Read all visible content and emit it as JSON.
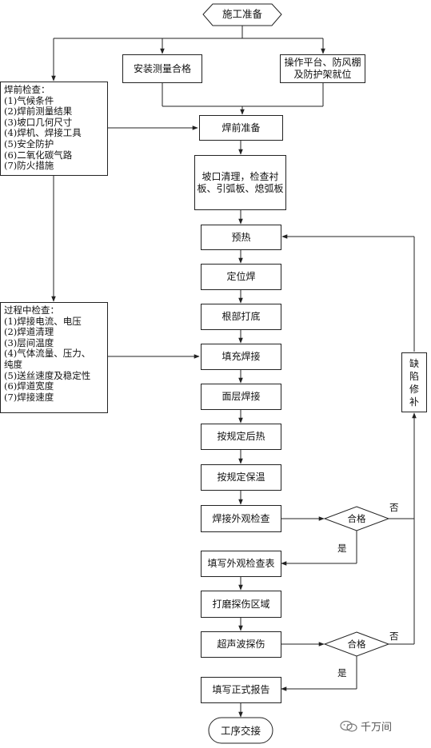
{
  "start": "施工准备",
  "measure": "安装测量合格",
  "platform": [
    "操作平台、防风棚",
    "及防护架就位"
  ],
  "prep": "焊前准备",
  "bevel": [
    "坡口清理，检查衬",
    "板、引弧板、熄弧板"
  ],
  "steps": {
    "preheat": "预热",
    "tack": "定位焊",
    "root": "根部打底",
    "fill": "填充焊接",
    "cap": "面层焊接",
    "post_heat": "按规定后热",
    "insulate": "按规定保温",
    "visual": "焊接外观检查",
    "record_visual": "填写外观检查表",
    "grind": "打磨探伤区域",
    "ut": "超声波探伤",
    "record_report": "填写正式报告"
  },
  "end": "工序交接",
  "repair": [
    "缺",
    "陷",
    "修",
    "补"
  ],
  "decision1": {
    "label": "合格",
    "yes": "是",
    "no": "否"
  },
  "decision2": {
    "label": "合格",
    "yes": "是",
    "no": "否"
  },
  "pre_check": {
    "title": "焊前检查：",
    "items": [
      "(1)气候条件",
      "(2)焊前测量结果",
      "(3)坡口几何尺寸",
      "(4)焊机、焊接工具",
      "(5)安全防护",
      "(6)二氧化碳气路",
      "(7)防火措施"
    ]
  },
  "in_check": {
    "title": "过程中检查：",
    "items": [
      "(1)焊接电流、电压",
      "(2)焊道清理",
      "(3)层间温度",
      "(4)气体流量、压力、",
      "纯度",
      "(5)送丝速度及稳定性",
      "(6)焊道宽度",
      "(7)焊接速度"
    ]
  },
  "watermark": "千万间"
}
